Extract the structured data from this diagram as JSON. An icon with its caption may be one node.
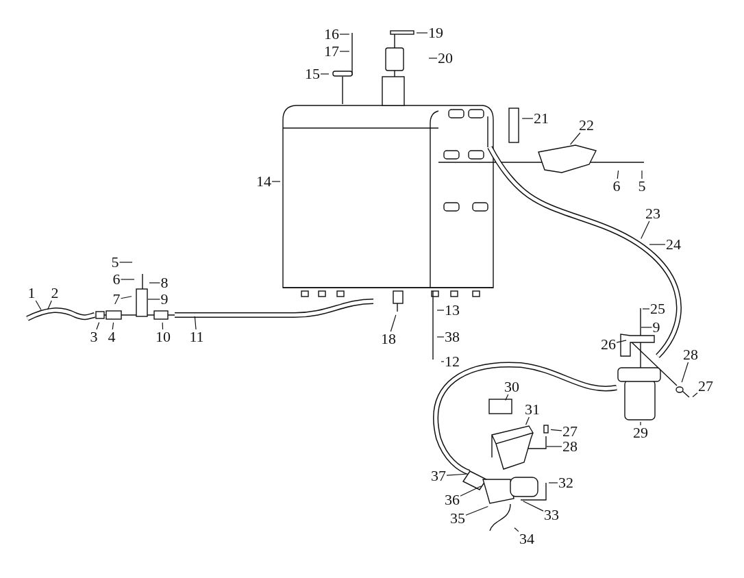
{
  "diagram": {
    "nodes": [
      {
        "text": [
          "1"
        ]
      },
      {
        "text": [
          "2"
        ]
      },
      {
        "text": [
          "3"
        ]
      },
      {
        "text": [
          "4"
        ]
      },
      {
        "text": [
          "5"
        ]
      },
      {
        "text": [
          "6"
        ]
      },
      {
        "text": [
          "8"
        ]
      },
      {
        "text": [
          "7"
        ]
      },
      {
        "text": [
          "9"
        ]
      },
      {
        "text": [
          "10"
        ]
      },
      {
        "text": [
          "11"
        ]
      },
      {
        "text": [
          "14"
        ]
      },
      {
        "text": [
          "15"
        ]
      },
      {
        "text": [
          "16"
        ]
      },
      {
        "text": [
          "17"
        ]
      },
      {
        "text": [
          "19"
        ]
      },
      {
        "text": [
          "20"
        ]
      },
      {
        "text": [
          "21"
        ]
      },
      {
        "text": [
          "22"
        ]
      },
      {
        "text": [
          "6"
        ]
      },
      {
        "text": [
          "5"
        ]
      },
      {
        "text": [
          "23"
        ]
      },
      {
        "text": [
          "24"
        ]
      },
      {
        "text": [
          "18"
        ]
      },
      {
        "text": [
          "13"
        ]
      },
      {
        "text": [
          "38"
        ]
      },
      {
        "text": [
          "12"
        ]
      },
      {
        "text": [
          "25"
        ]
      },
      {
        "text": [
          "9"
        ]
      },
      {
        "text": [
          "26"
        ]
      },
      {
        "text": [
          "28"
        ]
      },
      {
        "text": [
          "27"
        ]
      },
      {
        "text": [
          "29"
        ]
      },
      {
        "text": [
          "30"
        ]
      },
      {
        "text": [
          "31"
        ]
      },
      {
        "text": [
          "27"
        ]
      },
      {
        "text": [
          "28"
        ]
      },
      {
        "text": [
          "37"
        ]
      },
      {
        "text": [
          "36"
        ]
      },
      {
        "text": [
          "35"
        ]
      },
      {
        "text": [
          "33"
        ]
      },
      {
        "text": [
          "34"
        ]
      },
      {
        "text": [
          "32"
        ]
      }
    ],
    "edges": [
      {
        "from": 0,
        "to": null,
        "arrow": "none"
      },
      {
        "from": 1,
        "to": null,
        "arrow": "none"
      },
      {
        "from": 2,
        "to": null,
        "arrow": "none"
      },
      {
        "from": 3,
        "to": null,
        "arrow": "none"
      },
      {
        "from": 4,
        "to": null,
        "arrow": "none"
      },
      {
        "from": 5,
        "to": null,
        "arrow": "none"
      },
      {
        "from": 6,
        "to": null,
        "arrow": "none"
      },
      {
        "from": 7,
        "to": null,
        "arrow": "none"
      },
      {
        "from": 8,
        "to": null,
        "arrow": "none"
      },
      {
        "from": 9,
        "to": null,
        "arrow": "none"
      },
      {
        "from": 10,
        "to": null,
        "arrow": "none"
      },
      {
        "from": 11,
        "to": null,
        "arrow": "none"
      },
      {
        "from": 12,
        "to": null,
        "arrow": "none"
      },
      {
        "from": 13,
        "to": null,
        "arrow": "none"
      },
      {
        "from": 14,
        "to": null,
        "arrow": "none"
      },
      {
        "from": 15,
        "to": null,
        "arrow": "none"
      },
      {
        "from": 16,
        "to": null,
        "arrow": "none"
      },
      {
        "from": 17,
        "to": null,
        "arrow": "none"
      },
      {
        "from": 18,
        "to": null,
        "arrow": "none"
      },
      {
        "from": 19,
        "to": null,
        "arrow": "none"
      },
      {
        "from": 20,
        "to": null,
        "arrow": "none"
      },
      {
        "from": 21,
        "to": null,
        "arrow": "none"
      },
      {
        "from": 22,
        "to": null,
        "arrow": "none"
      },
      {
        "from": 23,
        "to": null,
        "arrow": "none"
      },
      {
        "from": 24,
        "to": null,
        "arrow": "none"
      },
      {
        "from": 25,
        "to": null,
        "arrow": "none"
      },
      {
        "from": 26,
        "to": null,
        "arrow": "none"
      },
      {
        "from": 27,
        "to": null,
        "arrow": "none"
      },
      {
        "from": 28,
        "to": null,
        "arrow": "none"
      },
      {
        "from": 29,
        "to": null,
        "arrow": "none"
      },
      {
        "from": 30,
        "to": null,
        "arrow": "none"
      },
      {
        "from": 31,
        "to": null,
        "arrow": "none"
      },
      {
        "from": 32,
        "to": null,
        "arrow": "none"
      },
      {
        "from": 33,
        "to": null,
        "arrow": "none"
      },
      {
        "from": 34,
        "to": null,
        "arrow": "none"
      },
      {
        "from": 35,
        "to": null,
        "arrow": "none"
      },
      {
        "from": 36,
        "to": null,
        "arrow": "none"
      },
      {
        "from": 37,
        "to": null,
        "arrow": "none"
      },
      {
        "from": 38,
        "to": null,
        "arrow": "none"
      },
      {
        "from": 39,
        "to": null,
        "arrow": "none"
      },
      {
        "from": 40,
        "to": null,
        "arrow": "none"
      },
      {
        "from": 41,
        "to": null,
        "arrow": "none"
      },
      {
        "from": 42,
        "to": null,
        "arrow": "none"
      }
    ]
  }
}
